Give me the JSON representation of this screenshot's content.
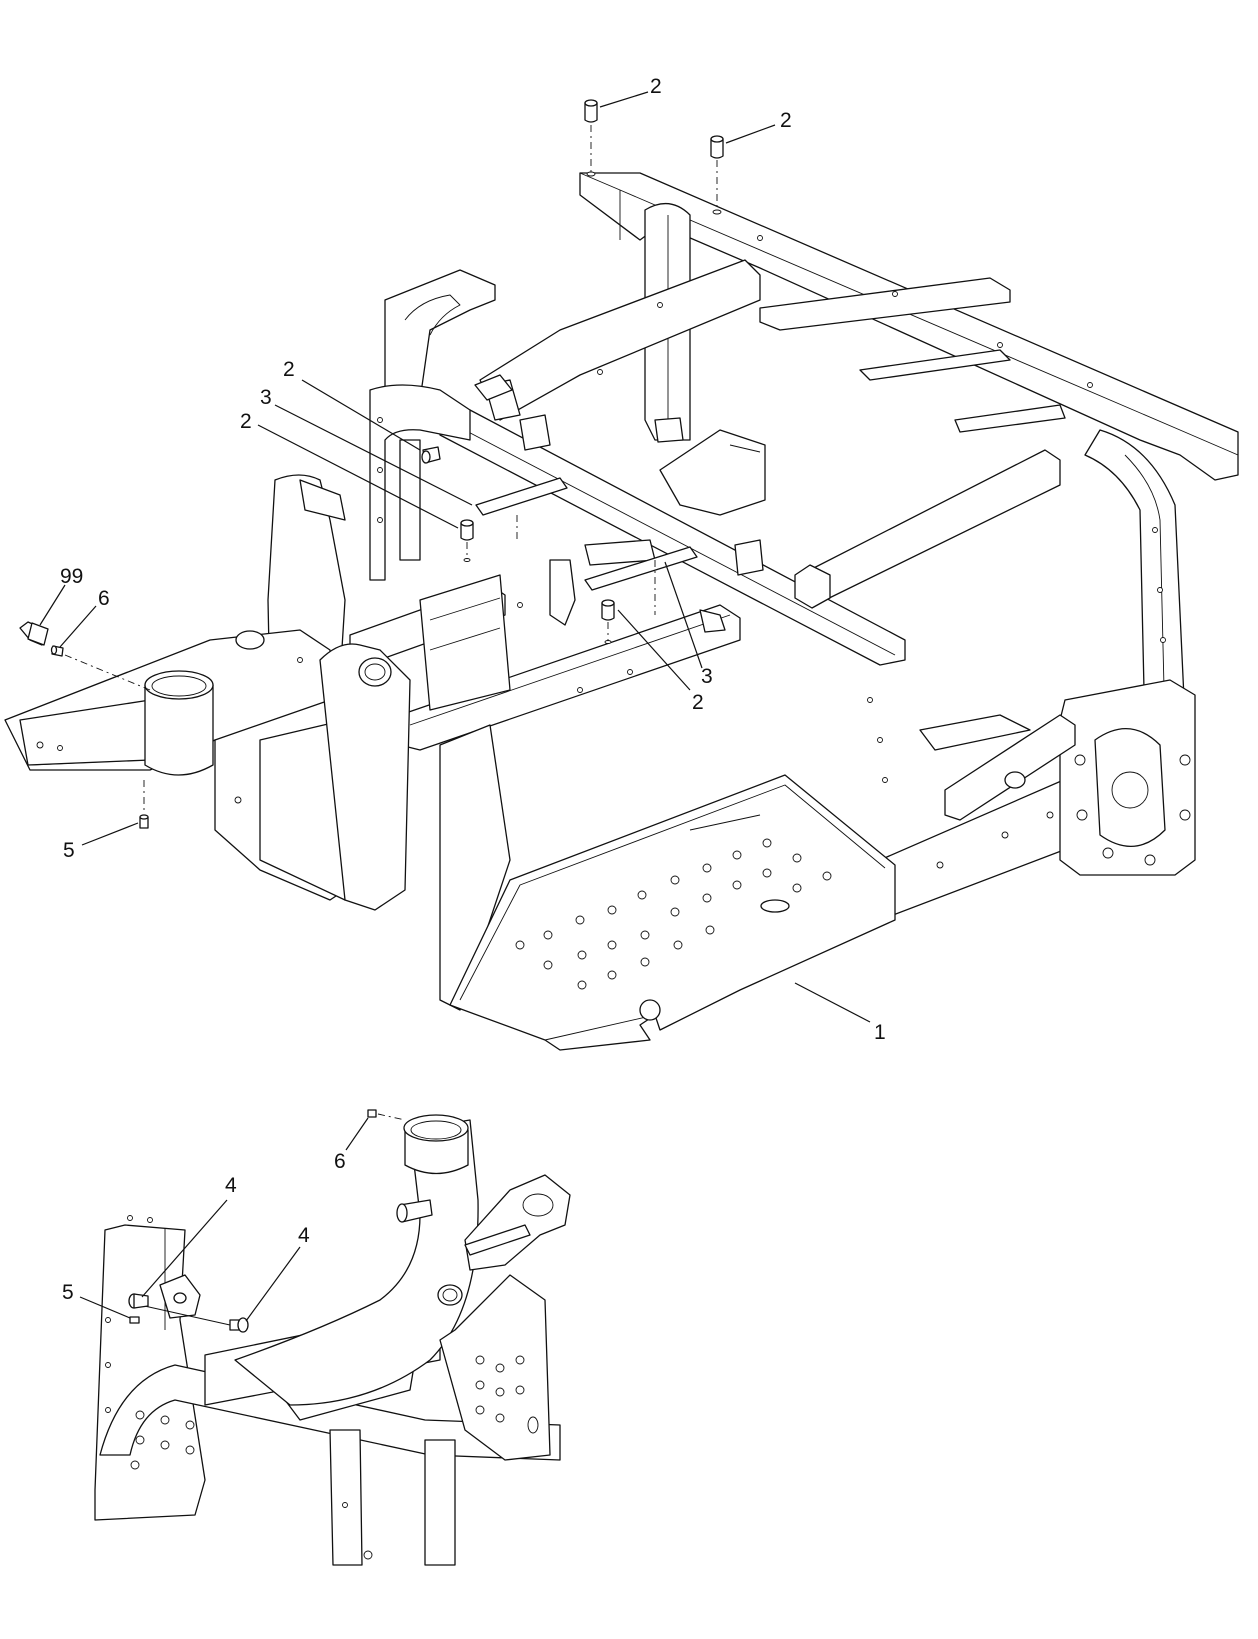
{
  "callouts": {
    "c1": "1",
    "c2a": "2",
    "c2b": "2",
    "c2c": "2",
    "c2d": "2",
    "c2e": "2",
    "c3a": "3",
    "c3b": "3",
    "c4a": "4",
    "c4b": "4",
    "c5a": "5",
    "c5b": "5",
    "c6a": "6",
    "c6b": "6",
    "c99": "99"
  },
  "colors": {
    "line": "#111111",
    "background": "#ffffff"
  }
}
